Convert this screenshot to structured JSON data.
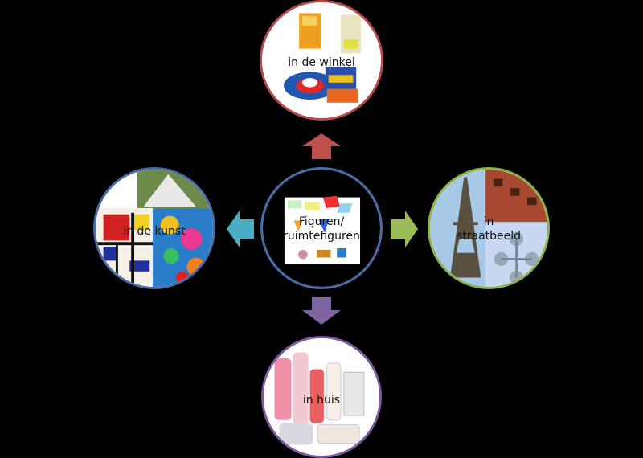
{
  "center": {
    "line1": "Figuren/",
    "line2": "ruimtefiguren",
    "border": "#4b6aa8"
  },
  "top": {
    "label": "in de winkel",
    "border": "#b84a4a",
    "arrow": "#c0504d"
  },
  "left": {
    "label": "in de kunst",
    "border": "#4b6aa8",
    "arrow": "#4bacc6"
  },
  "right": {
    "line1": "in",
    "line2": "straatbeeld",
    "border": "#8db34a",
    "arrow": "#9bbb59"
  },
  "bottom": {
    "label": "in huis",
    "border": "#7c5a9c",
    "arrow": "#8064a2"
  }
}
